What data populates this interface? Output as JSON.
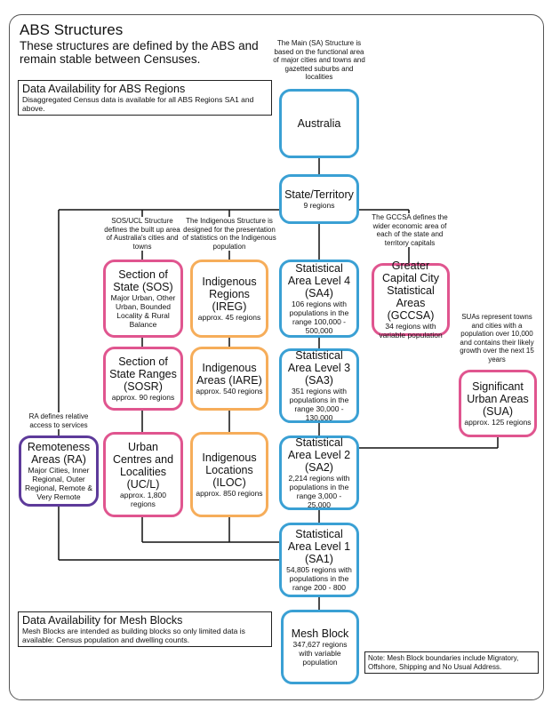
{
  "title": "ABS Structures",
  "subtitle": "These structures are defined by the ABS and remain stable between Censuses.",
  "info_abs": {
    "heading": "Data Availability for ABS Regions",
    "text": "Disaggregated Census data is available for all ABS Regions SA1 and above."
  },
  "info_mesh": {
    "heading": "Data Availability for Mesh Blocks",
    "text": "Mesh Blocks are intended as building blocks so only limited data is available: Census population and dwelling counts."
  },
  "notes": {
    "main": "The Main (SA) Structure is based on the functional area of major cities and towns and gazetted suburbs and localities",
    "sos": "SOS/UCL Structure defines the built up area of Australia's cities and towns",
    "indigenous": "The Indigenous Structure is designed for the presentation of statistics on the Indigenous population",
    "gccsa": "The GCCSA defines the wider economic area of each of the state and territory capitals",
    "sua": "SUAs represent towns and cities with a population over 10,000 and contains their likely growth over the next 15 years",
    "ra": "RA defines relative access to services",
    "mesh": "Note: Mesh Block boundaries include Migratory, Offshore, Shipping and No Usual Address."
  },
  "nodes": {
    "australia": {
      "title": "Australia"
    },
    "state": {
      "title": "State/Territory",
      "sub": "9 regions"
    },
    "sa4": {
      "title": "Statistical  Area Level 4 (SA4)",
      "sub": "106 regions with populations in the range 100,000 - 500,000"
    },
    "sa3": {
      "title": "Statistical Area Level 3 (SA3)",
      "sub": "351 regions with populations in the range 30,000 - 130,000"
    },
    "sa2": {
      "title": "Statistical Area Level 2 (SA2)",
      "sub": "2,214  regions with populations in the range 3,000 - 25,000"
    },
    "sa1": {
      "title": "Statistical Area Level 1 (SA1)",
      "sub": "54,805 regions with populations in the range 200 - 800"
    },
    "mesh": {
      "title": "Mesh Block",
      "sub": "347,627 regions with variable population"
    },
    "gccsa": {
      "title": "Greater Capital City Statistical Areas (GCCSA)",
      "sub": "34 regions with variable population"
    },
    "sua": {
      "title": "Significant Urban Areas (SUA)",
      "sub": "approx. 125 regions"
    },
    "sos": {
      "title": "Section of State (SOS)",
      "sub": "Major Urban, Other Urban, Bounded Locality & Rural Balance"
    },
    "sosr": {
      "title": "Section of State Ranges (SOSR)",
      "sub": "approx. 90 regions"
    },
    "ucl": {
      "title": "Urban Centres and Localities (UC/L)",
      "sub": "approx. 1,800 regions"
    },
    "ireg": {
      "title": "Indigenous Regions (IREG)",
      "sub": "approx. 45 regions"
    },
    "iare": {
      "title": "Indigenous Areas (IARE)",
      "sub": "approx. 540 regions"
    },
    "iloc": {
      "title": "Indigenous Locations (ILOC)",
      "sub": "approx. 850 regions"
    },
    "ra": {
      "title": "Remoteness Areas (RA)",
      "sub": "Major Cities, Inner Regional, Outer Regional, Remote & Very Remote"
    }
  }
}
